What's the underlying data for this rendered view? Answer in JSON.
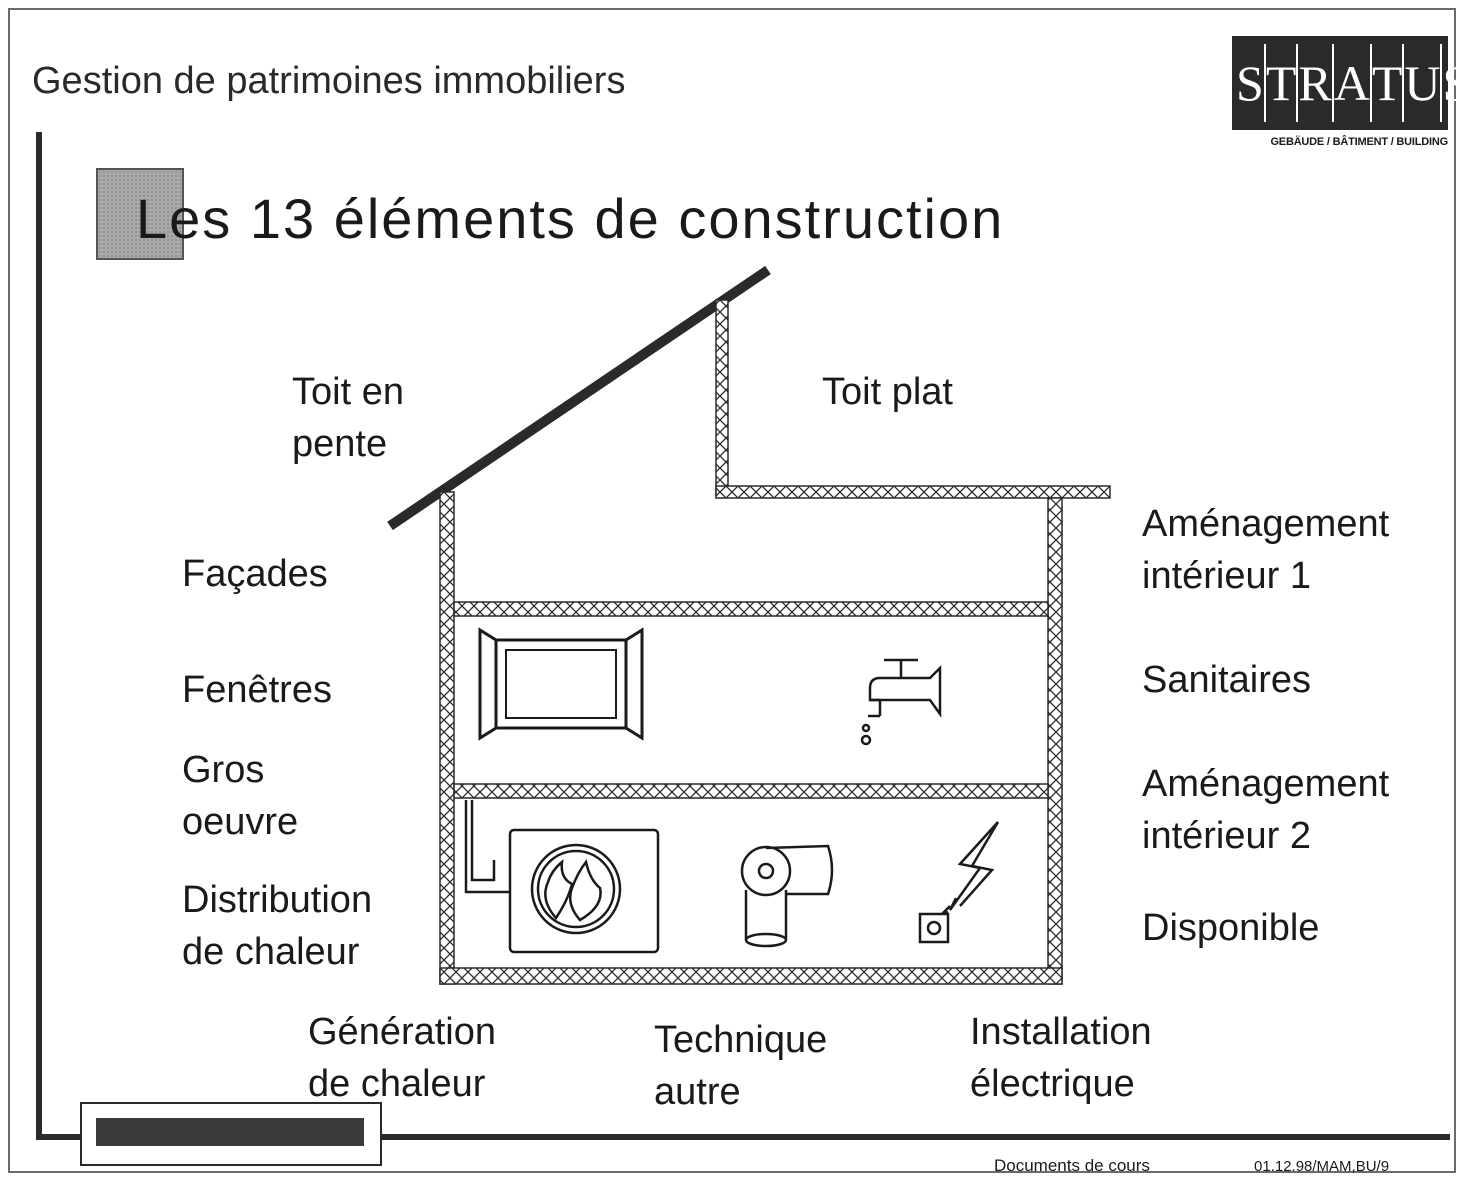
{
  "header": {
    "title": "Gestion de patrimoines immobiliers"
  },
  "logo": {
    "letters": [
      "S",
      "T",
      "R",
      "A",
      "T",
      "U",
      "S"
    ],
    "subtitle": "GEBÄUDE / BÂTIMENT / BUILDING"
  },
  "slide": {
    "title": "Les 13 éléments de construction"
  },
  "labels": {
    "toit_pente": [
      "Toit en",
      "pente"
    ],
    "toit_plat": [
      "Toit plat"
    ],
    "facades": [
      "Façades"
    ],
    "fenetres": [
      "Fenêtres"
    ],
    "gros_oeuvre": [
      "Gros",
      "oeuvre"
    ],
    "distribution": [
      "Distribution",
      "de chaleur"
    ],
    "amenagement1": [
      "Aménagement",
      "intérieur 1"
    ],
    "sanitaires": [
      "Sanitaires"
    ],
    "amenagement2": [
      "Aménagement",
      "intérieur 2"
    ],
    "disponible": [
      "Disponible"
    ],
    "generation": [
      "Génération",
      "de chaleur"
    ],
    "technique": [
      "Technique",
      "autre"
    ],
    "installation": [
      "Installation",
      "électrique"
    ]
  },
  "icons": {
    "window": "window-icon",
    "tap": "faucet-icon",
    "boiler": "flame-boiler-icon",
    "pipe": "pipe-elbow-icon",
    "electric": "lightning-socket-icon"
  },
  "footer": {
    "left": "Documents de cours",
    "right": "01.12.98/MAM,BU/9"
  },
  "colors": {
    "ink": "#1a1a1a",
    "hatch": "#2a2a2a",
    "bullet": "#a9a9a9"
  }
}
